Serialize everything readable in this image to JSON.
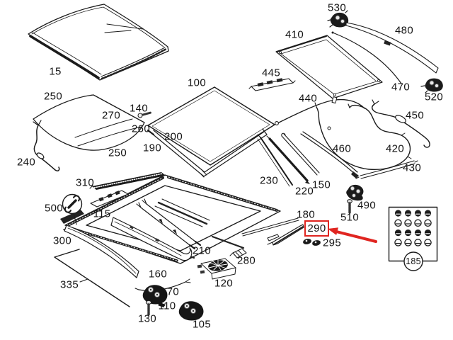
{
  "diagram": {
    "title": "sunroof exploded parts diagram",
    "background": "#ffffff",
    "line_color": "#1b1b1b",
    "accent_red": "#e02520"
  },
  "labels": {
    "15": "15",
    "100": "100",
    "105": "105",
    "110": "110",
    "115": "115",
    "120": "120",
    "130": "130",
    "140": "140",
    "150": "150",
    "160": "160",
    "170": "170",
    "180": "180",
    "185": "185",
    "190": "190",
    "200": "200",
    "210": "210",
    "220": "220",
    "230": "230",
    "240": "240",
    "250": "250",
    "260": "260",
    "270": "270",
    "280": "280",
    "290": "290",
    "295": "295",
    "300": "300",
    "310": "310",
    "335": "335",
    "410": "410",
    "420": "420",
    "430": "430",
    "440": "440",
    "445": "445",
    "450": "450",
    "460": "460",
    "470": "470",
    "480": "480",
    "490": "490",
    "500": "500",
    "510": "510",
    "520": "520",
    "530": "530"
  },
  "highlight": {
    "highlighted_part": "290"
  },
  "fastener_box": {
    "label": "185",
    "rows": 4,
    "cols": 4,
    "row_styles": [
      "dark",
      "light",
      "dark",
      "light"
    ]
  }
}
